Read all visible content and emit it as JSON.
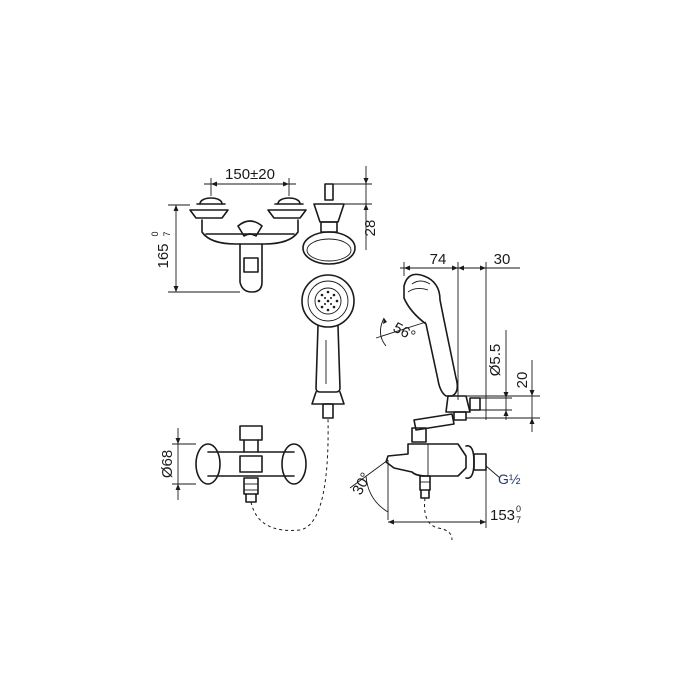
{
  "colors": {
    "line": "#1a1a1a",
    "background": "#ffffff",
    "accent_label": "#1f3a78"
  },
  "labels": {
    "width_150": "150±20",
    "height_165": "165",
    "height_165_tol_upper": "0",
    "height_165_tol_lower": "7",
    "height_28": "28",
    "dim_74": "74",
    "dim_30": "30",
    "angle_56": "56°",
    "dia_5_5": "Ø5.5",
    "dim_20": "20",
    "dia_68": "Ø68",
    "angle_30": "30°",
    "thread_g_half": "G½",
    "dim_153": "153",
    "dim_153_tol_upper": "0",
    "dim_153_tol_lower": "7"
  }
}
